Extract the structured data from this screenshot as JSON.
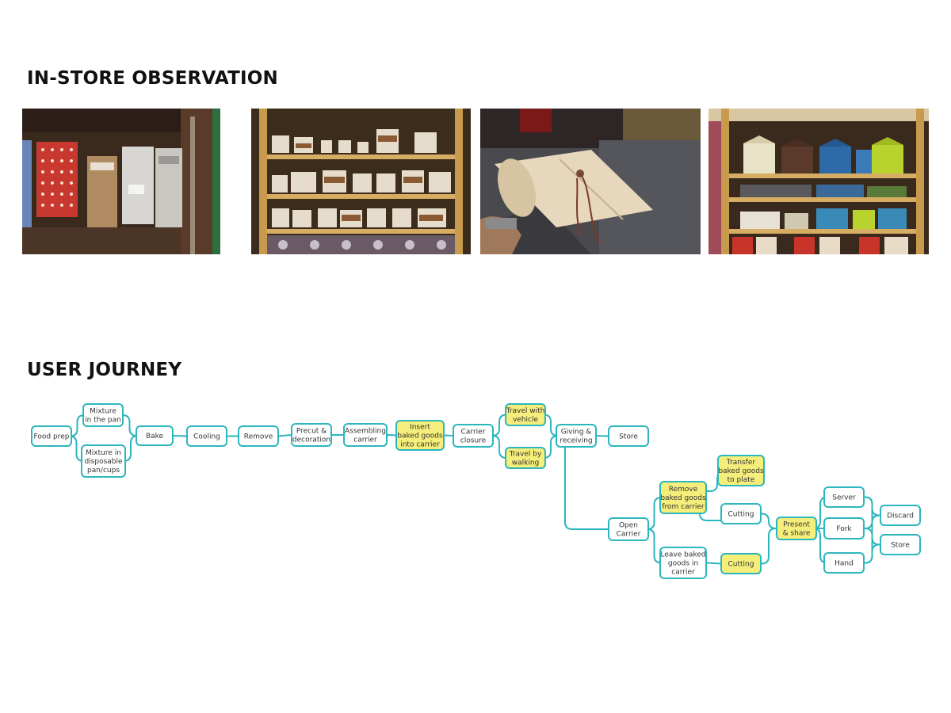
{
  "sections": {
    "observation_title": "IN-STORE OBSERVATION",
    "journey_title": "USER JOURNEY"
  },
  "colors": {
    "connector": "#2bb7bd",
    "highlight_fill": "#f5ee7a",
    "node_fill": "#ffffff",
    "heading": "#111111"
  },
  "photos": [
    {
      "name": "store-photo-packaging-bags"
    },
    {
      "name": "store-photo-shelf-baking-supplies"
    },
    {
      "name": "store-photo-rolled-carrier-in-hand"
    },
    {
      "name": "store-photo-shelf-gift-boxes"
    }
  ],
  "journey": {
    "nodes": [
      {
        "id": "food-prep",
        "lines": [
          "Food prep"
        ],
        "highlight": false
      },
      {
        "id": "mixture-pan",
        "lines": [
          "Mixture",
          "in the pan"
        ],
        "highlight": false
      },
      {
        "id": "mixture-disposable",
        "lines": [
          "Mixture in",
          "disposable",
          "pan/cups"
        ],
        "highlight": false
      },
      {
        "id": "bake",
        "lines": [
          "Bake"
        ],
        "highlight": false
      },
      {
        "id": "cooling",
        "lines": [
          "Cooling"
        ],
        "highlight": false
      },
      {
        "id": "remove",
        "lines": [
          "Remove"
        ],
        "highlight": false
      },
      {
        "id": "precut",
        "lines": [
          "Precut &",
          "decoration"
        ],
        "highlight": false
      },
      {
        "id": "assembling",
        "lines": [
          "Assembling",
          "carrier"
        ],
        "highlight": false
      },
      {
        "id": "insert",
        "lines": [
          "Insert",
          "baked goods",
          "into carrier"
        ],
        "highlight": true
      },
      {
        "id": "closure",
        "lines": [
          "Carrier",
          "closure"
        ],
        "highlight": false
      },
      {
        "id": "travel-vehicle",
        "lines": [
          "Travel with",
          "vehicle"
        ],
        "highlight": true
      },
      {
        "id": "travel-walking",
        "lines": [
          "Travel by",
          "walking"
        ],
        "highlight": true
      },
      {
        "id": "giving",
        "lines": [
          "Giving &",
          "receiving"
        ],
        "highlight": false
      },
      {
        "id": "store-1",
        "lines": [
          "Store"
        ],
        "highlight": false
      },
      {
        "id": "transfer",
        "lines": [
          "Transfer",
          "baked goods",
          "to plate"
        ],
        "highlight": true
      },
      {
        "id": "remove-baked",
        "lines": [
          "Remove",
          "baked goods",
          "from carrier"
        ],
        "highlight": true
      },
      {
        "id": "cutting-1",
        "lines": [
          "Cutting"
        ],
        "highlight": false
      },
      {
        "id": "open-carrier",
        "lines": [
          "Open",
          "Carrier"
        ],
        "highlight": false
      },
      {
        "id": "leave-baked",
        "lines": [
          "Leave baked",
          "goods in",
          "carrier"
        ],
        "highlight": false
      },
      {
        "id": "cutting-2",
        "lines": [
          "Cutting"
        ],
        "highlight": true
      },
      {
        "id": "present",
        "lines": [
          "Present",
          "& share"
        ],
        "highlight": true
      },
      {
        "id": "server",
        "lines": [
          "Server"
        ],
        "highlight": false
      },
      {
        "id": "fork",
        "lines": [
          "Fork"
        ],
        "highlight": false
      },
      {
        "id": "hand",
        "lines": [
          "Hand"
        ],
        "highlight": false
      },
      {
        "id": "discard",
        "lines": [
          "Discard"
        ],
        "highlight": false
      },
      {
        "id": "store-2",
        "lines": [
          "Store"
        ],
        "highlight": false
      }
    ],
    "edges": [
      [
        "food-prep",
        "mixture-pan"
      ],
      [
        "food-prep",
        "mixture-disposable"
      ],
      [
        "mixture-pan",
        "bake"
      ],
      [
        "mixture-disposable",
        "bake"
      ],
      [
        "bake",
        "cooling"
      ],
      [
        "cooling",
        "remove"
      ],
      [
        "remove",
        "precut"
      ],
      [
        "precut",
        "assembling"
      ],
      [
        "assembling",
        "insert"
      ],
      [
        "insert",
        "closure"
      ],
      [
        "closure",
        "travel-vehicle"
      ],
      [
        "closure",
        "travel-walking"
      ],
      [
        "travel-vehicle",
        "giving"
      ],
      [
        "travel-walking",
        "giving"
      ],
      [
        "giving",
        "store-1"
      ],
      [
        "giving",
        "open-carrier"
      ],
      [
        "open-carrier",
        "remove-baked"
      ],
      [
        "open-carrier",
        "leave-baked"
      ],
      [
        "remove-baked",
        "transfer"
      ],
      [
        "remove-baked",
        "cutting-1"
      ],
      [
        "cutting-1",
        "present"
      ],
      [
        "leave-baked",
        "cutting-2"
      ],
      [
        "cutting-2",
        "present"
      ],
      [
        "present",
        "server"
      ],
      [
        "present",
        "fork"
      ],
      [
        "present",
        "hand"
      ],
      [
        "server",
        "discard"
      ],
      [
        "server",
        "store-2"
      ],
      [
        "fork",
        "discard"
      ],
      [
        "fork",
        "store-2"
      ],
      [
        "hand",
        "discard"
      ],
      [
        "hand",
        "store-2"
      ]
    ]
  }
}
